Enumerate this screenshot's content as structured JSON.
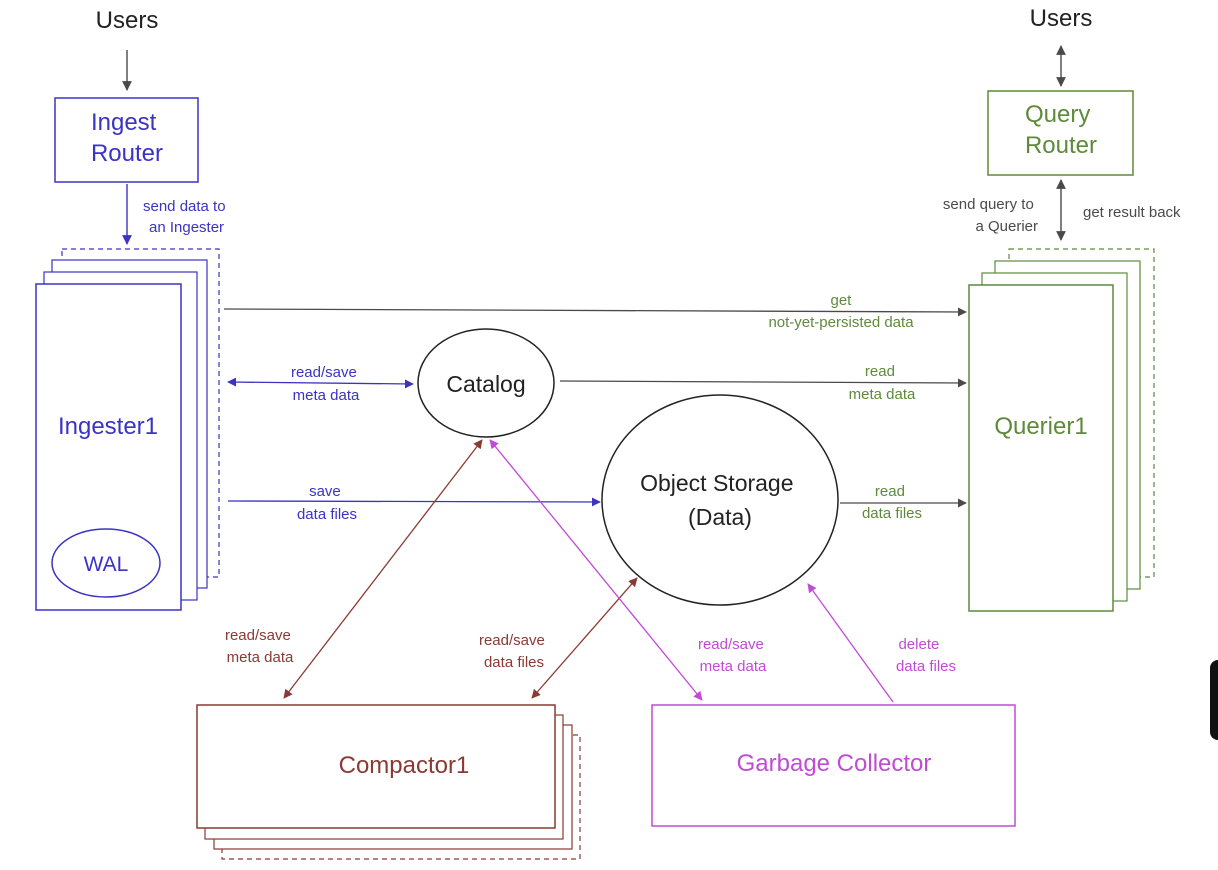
{
  "colors": {
    "ingest": "#3a33c4",
    "query": "#5e8a3c",
    "compactor": "#8a3a34",
    "garbage": "#c24ad6",
    "neutral": "#222222",
    "arrow_dark": "#4a4a4a"
  },
  "users_left": "Users",
  "users_right": "Users",
  "ingest_router": {
    "line1": "Ingest",
    "line2": "Router"
  },
  "query_router": {
    "line1": "Query",
    "line2": "Router"
  },
  "ingester": {
    "label": "Ingester1",
    "wal": "WAL"
  },
  "querier": {
    "label": "Querier1"
  },
  "catalog": {
    "label": "Catalog"
  },
  "object_storage": {
    "line1": "Object Storage",
    "line2": "(Data)"
  },
  "compactor": {
    "label": "Compactor1"
  },
  "garbage_collector": {
    "label": "Garbage Collector"
  },
  "edge_labels": {
    "send_data": [
      "send data to",
      "an Ingester"
    ],
    "send_query": [
      "send query to",
      "a Querier"
    ],
    "get_result": "get result back",
    "get_unpersisted": [
      "get",
      "not-yet-persisted data"
    ],
    "ingester_catalog": [
      "read/save",
      "meta data"
    ],
    "querier_catalog": [
      "read",
      "meta data"
    ],
    "save_files": [
      "save",
      "data files"
    ],
    "querier_storage": [
      "read",
      "data files"
    ],
    "compactor_catalog": [
      "read/save",
      "meta data"
    ],
    "compactor_storage": [
      "read/save",
      "data files"
    ],
    "gc_catalog": [
      "read/save",
      "meta data"
    ],
    "gc_storage": [
      "delete",
      "data files"
    ]
  }
}
